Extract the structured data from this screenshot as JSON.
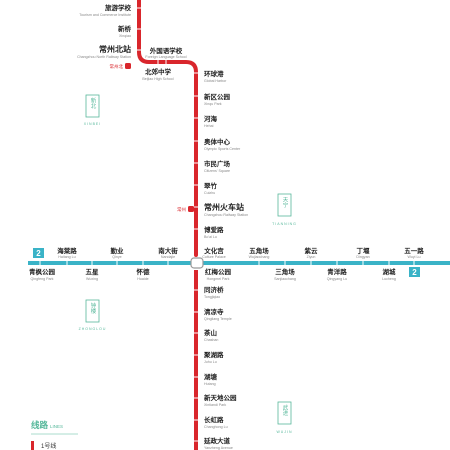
{
  "colors": {
    "line1": "#d9262c",
    "line2": "#3ab3c7",
    "district": "#57b89b",
    "station_cn": "#222222",
    "station_en": "#888888"
  },
  "line1": {
    "stations_upper": [
      {
        "cn": "旅游学校",
        "en": "Tourism and Commerce Institute"
      },
      {
        "cn": "新桥",
        "en": "Xinqiao"
      },
      {
        "cn": "常州北站",
        "en": "Changzhou North Railway Station"
      }
    ],
    "branch": [
      {
        "cn": "外国语学校",
        "en": "Foreign Language School"
      },
      {
        "cn": "北郊中学",
        "en": "Beijiao High School"
      }
    ],
    "stations_right": [
      {
        "cn": "环球港",
        "en": "Global Harbor"
      },
      {
        "cn": "新区公园",
        "en": "Xinqu Park"
      },
      {
        "cn": "河海",
        "en": "Hehai"
      },
      {
        "cn": "奥体中心",
        "en": "Olympic Sports Center"
      },
      {
        "cn": "市民广场",
        "en": "Citizens' Square"
      },
      {
        "cn": "翠竹",
        "en": "Cuizhu"
      },
      {
        "cn": "常州火车站",
        "en": "Changzhou Railway Station"
      },
      {
        "cn": "博爱路",
        "en": "Bo'ai Lu"
      }
    ],
    "stations_lower": [
      {
        "cn": "红梅公园",
        "en": "Hongmei Park"
      },
      {
        "cn": "同济桥",
        "en": "Tongjiqiao"
      },
      {
        "cn": "清凉寺",
        "en": "Qingliang Temple"
      },
      {
        "cn": "茶山",
        "en": "Chashan"
      },
      {
        "cn": "聚湖路",
        "en": "Juhu Lu"
      },
      {
        "cn": "湖塘",
        "en": "Hutang"
      },
      {
        "cn": "新天地公园",
        "en": "Xintiandi Park"
      },
      {
        "cn": "长虹路",
        "en": "Changhong Lu"
      },
      {
        "cn": "延政大道",
        "en": "Yanzheng Avenue"
      }
    ],
    "poi_north": "常州北",
    "poi_south": "常州"
  },
  "line2": {
    "badge": "2",
    "top_row": [
      {
        "cn": "海棠路",
        "en": "Haitang Lu"
      },
      {
        "cn": "勤业",
        "en": "Qinye"
      },
      {
        "cn": "南大街",
        "en": "Nandajie"
      },
      {
        "cn": "文化宫",
        "en": "Culture Palace"
      },
      {
        "cn": "五角场",
        "en": "Wujiaochang"
      },
      {
        "cn": "紫云",
        "en": "Ziyun"
      },
      {
        "cn": "丁堰",
        "en": "Dingyan"
      },
      {
        "cn": "五一路",
        "en": "Wuyi Lu"
      }
    ],
    "bottom_row": [
      {
        "cn": "青枫公园",
        "en": "Qingfeng Park"
      },
      {
        "cn": "五星",
        "en": "Wuxing"
      },
      {
        "cn": "怀德",
        "en": "Huaide"
      },
      {
        "cn": "红梅公园",
        "en": "Hongmei Park"
      },
      {
        "cn": "三角场",
        "en": "Sanjiaochang"
      },
      {
        "cn": "青洋路",
        "en": "Qingyang Lu"
      },
      {
        "cn": "湖城",
        "en": "Lucheng"
      }
    ]
  },
  "districts": [
    {
      "cn": "新北",
      "en": "XINBEI"
    },
    {
      "cn": "天宁",
      "en": "TIANNING"
    },
    {
      "cn": "钟楼",
      "en": "ZHONGLOU"
    },
    {
      "cn": "武进",
      "en": "WUJIN"
    }
  ],
  "legend": {
    "title_cn": "线路",
    "title_en": "LINES",
    "items": [
      {
        "label": "1号线"
      }
    ]
  }
}
